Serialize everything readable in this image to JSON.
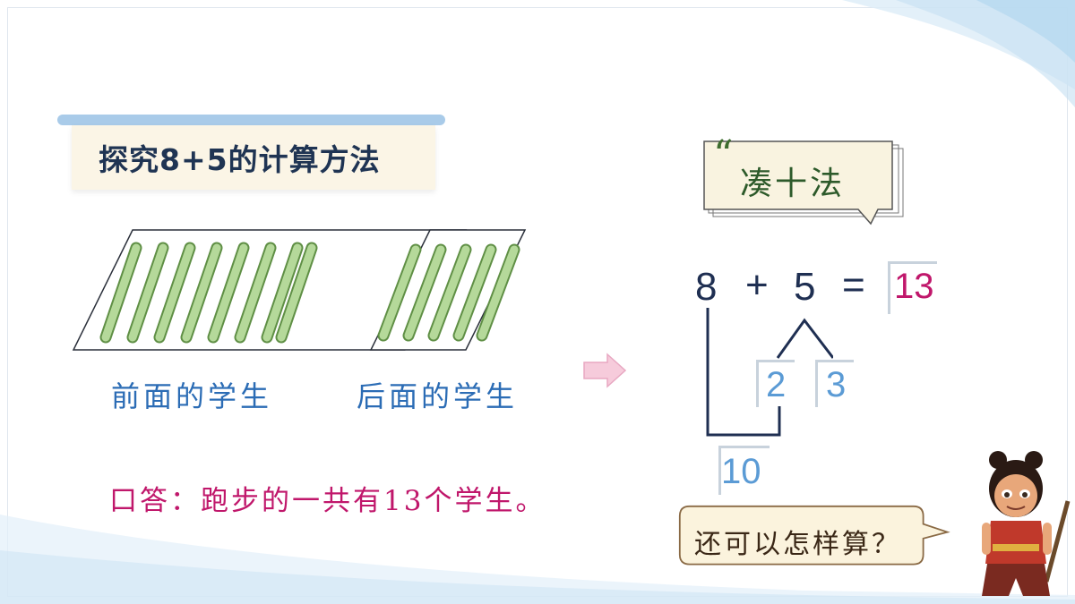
{
  "title": "探究8+5的计算方法",
  "labels": {
    "front": "前面的学生",
    "back": "后面的学生"
  },
  "answer": "口答：跑步的一共有13个学生。",
  "method": {
    "quote_mark": "“",
    "name": "凑十法"
  },
  "equation": {
    "a": "8",
    "plus": "+",
    "b": "5",
    "equals": "=",
    "result": "13",
    "split_left": "2",
    "split_right": "3",
    "ten": "10"
  },
  "question": "还可以怎样算？",
  "colors": {
    "title_bar": "#a9cbe9",
    "label_blue": "#2b6cb5",
    "answer_red": "#c0176b",
    "stick_green": "#a9d18e",
    "ten_box_blue": "#5b9bd5",
    "arrow_pink": "#f4c6d7"
  },
  "icons": {
    "arrow": "right-arrow-icon",
    "character": "cartoon-character"
  }
}
